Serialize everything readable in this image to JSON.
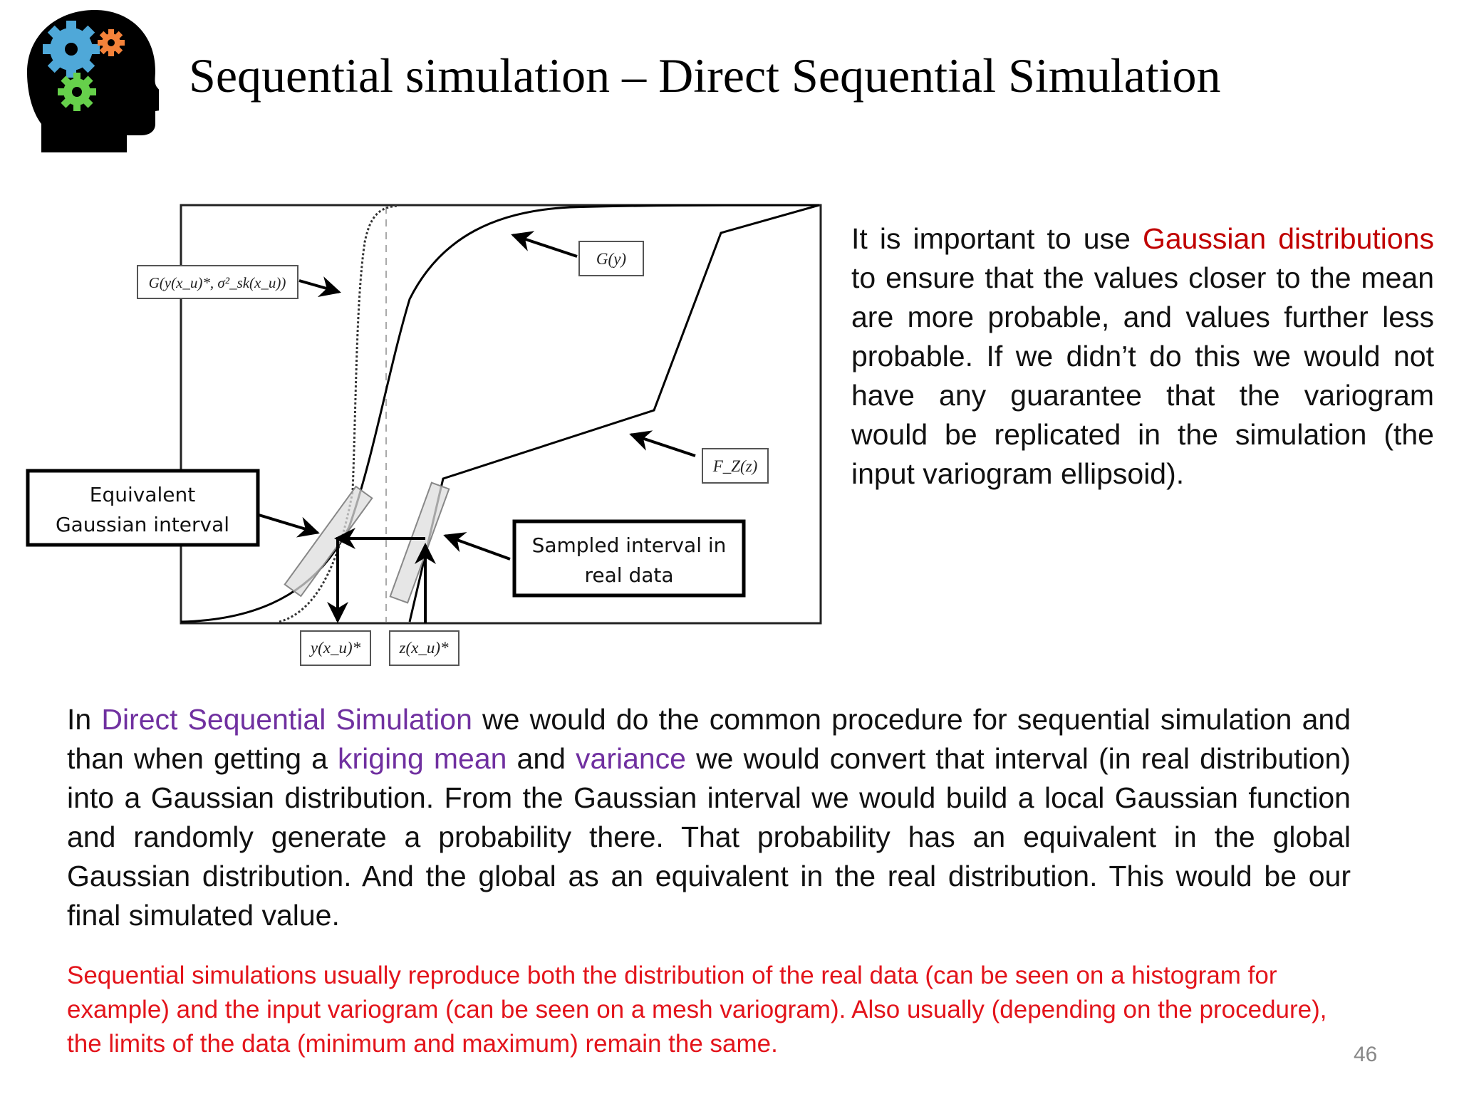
{
  "slide": {
    "title": "Sequential simulation – Direct Sequential Simulation",
    "page_number": "46"
  },
  "figure": {
    "label_G_local": "G(y(x_u)*, σ²_sk(x_u))",
    "label_G_global": "G(y)",
    "label_Fz": "F_Z(z)",
    "label_y": "y(x_u)*",
    "label_z": "z(x_u)*",
    "box_gauss_line1": "Equivalent",
    "box_gauss_line2": "Gaussian interval",
    "box_sampled_line1": "Sampled interval in",
    "box_sampled_line2": "real data"
  },
  "right_paragraph": {
    "part1": "It is important to use ",
    "highlight": "Gaussian distributions",
    "part2": " to ensure that the values closer to the mean are more probable, and values further less probable. If we didn’t do this we would not have any guarantee that the variogram would be replicated in the simulation (the input variogram ellipsoid)."
  },
  "main_paragraph": {
    "part1": "In ",
    "highlight1": "Direct Sequential Simulation",
    "part2": " we would do the common procedure for sequential simulation and than when getting a ",
    "highlight2": "kriging mean",
    "part3": " and ",
    "highlight3": "variance",
    "part4": " we would convert that interval (in real distribution) into a Gaussian distribution. From the Gaussian interval we would build a local Gaussian function and randomly generate a probability there. That probability has an equivalent in the global Gaussian distribution. And the global as an equivalent in the real distribution. This would be our final simulated value."
  },
  "note_paragraph": "Sequential simulations usually reproduce both the distribution of the real data (can be seen on a histogram for example) and the input variogram (can be seen on a mesh variogram). Also usually (depending on the procedure), the limits of the data (minimum and maximum) remain the same.",
  "icons": {
    "logo": "head-with-gears-icon"
  },
  "colors": {
    "gear_blue": "#4fa8d8",
    "gear_orange": "#f4823a",
    "gear_green": "#66d04b",
    "highlight_red": "#c00000",
    "highlight_purple": "#7030a0",
    "note_red": "#e3141b"
  }
}
